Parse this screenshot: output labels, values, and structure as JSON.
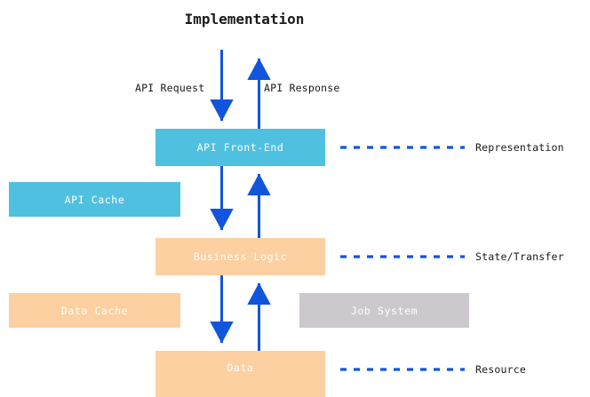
{
  "title": "Implementation",
  "colors": {
    "blue_node": "#4fc0e0",
    "orange_node": "#fcd0a0",
    "gray_node": "#ccc8ce",
    "arrow": "#1155dd",
    "dashed_line": "#1155dd",
    "node_text": "#ffffff",
    "label_text": "#1a1a1a",
    "background": "#ffffff"
  },
  "nodes": {
    "api_frontend": "API Front-End",
    "api_cache": "API Cache",
    "business_logic": "Business Logic",
    "data_cache": "Data Cache",
    "job_system": "Job System",
    "data": "Data"
  },
  "edge_labels": {
    "api_request": "API Request",
    "api_response": "API Response"
  },
  "tier_labels": {
    "representation": "Representation",
    "state_transfer": "State/Transfer",
    "resource": "Resource"
  },
  "flows": [
    {
      "from": "API Request",
      "to": "API Front-End",
      "direction": "down"
    },
    {
      "from": "API Front-End",
      "to": "API Response",
      "direction": "up"
    },
    {
      "from": "API Front-End",
      "to": "Business Logic",
      "direction": "down"
    },
    {
      "from": "Business Logic",
      "to": "API Front-End",
      "direction": "up"
    },
    {
      "from": "Business Logic",
      "to": "Data",
      "direction": "down"
    },
    {
      "from": "Data",
      "to": "Business Logic",
      "direction": "up"
    }
  ],
  "tier_connections": [
    {
      "node": "API Front-End",
      "label": "Representation",
      "style": "dashed"
    },
    {
      "node": "Business Logic",
      "label": "State/Transfer",
      "style": "dashed"
    },
    {
      "node": "Data",
      "label": "Resource",
      "style": "dashed"
    }
  ]
}
